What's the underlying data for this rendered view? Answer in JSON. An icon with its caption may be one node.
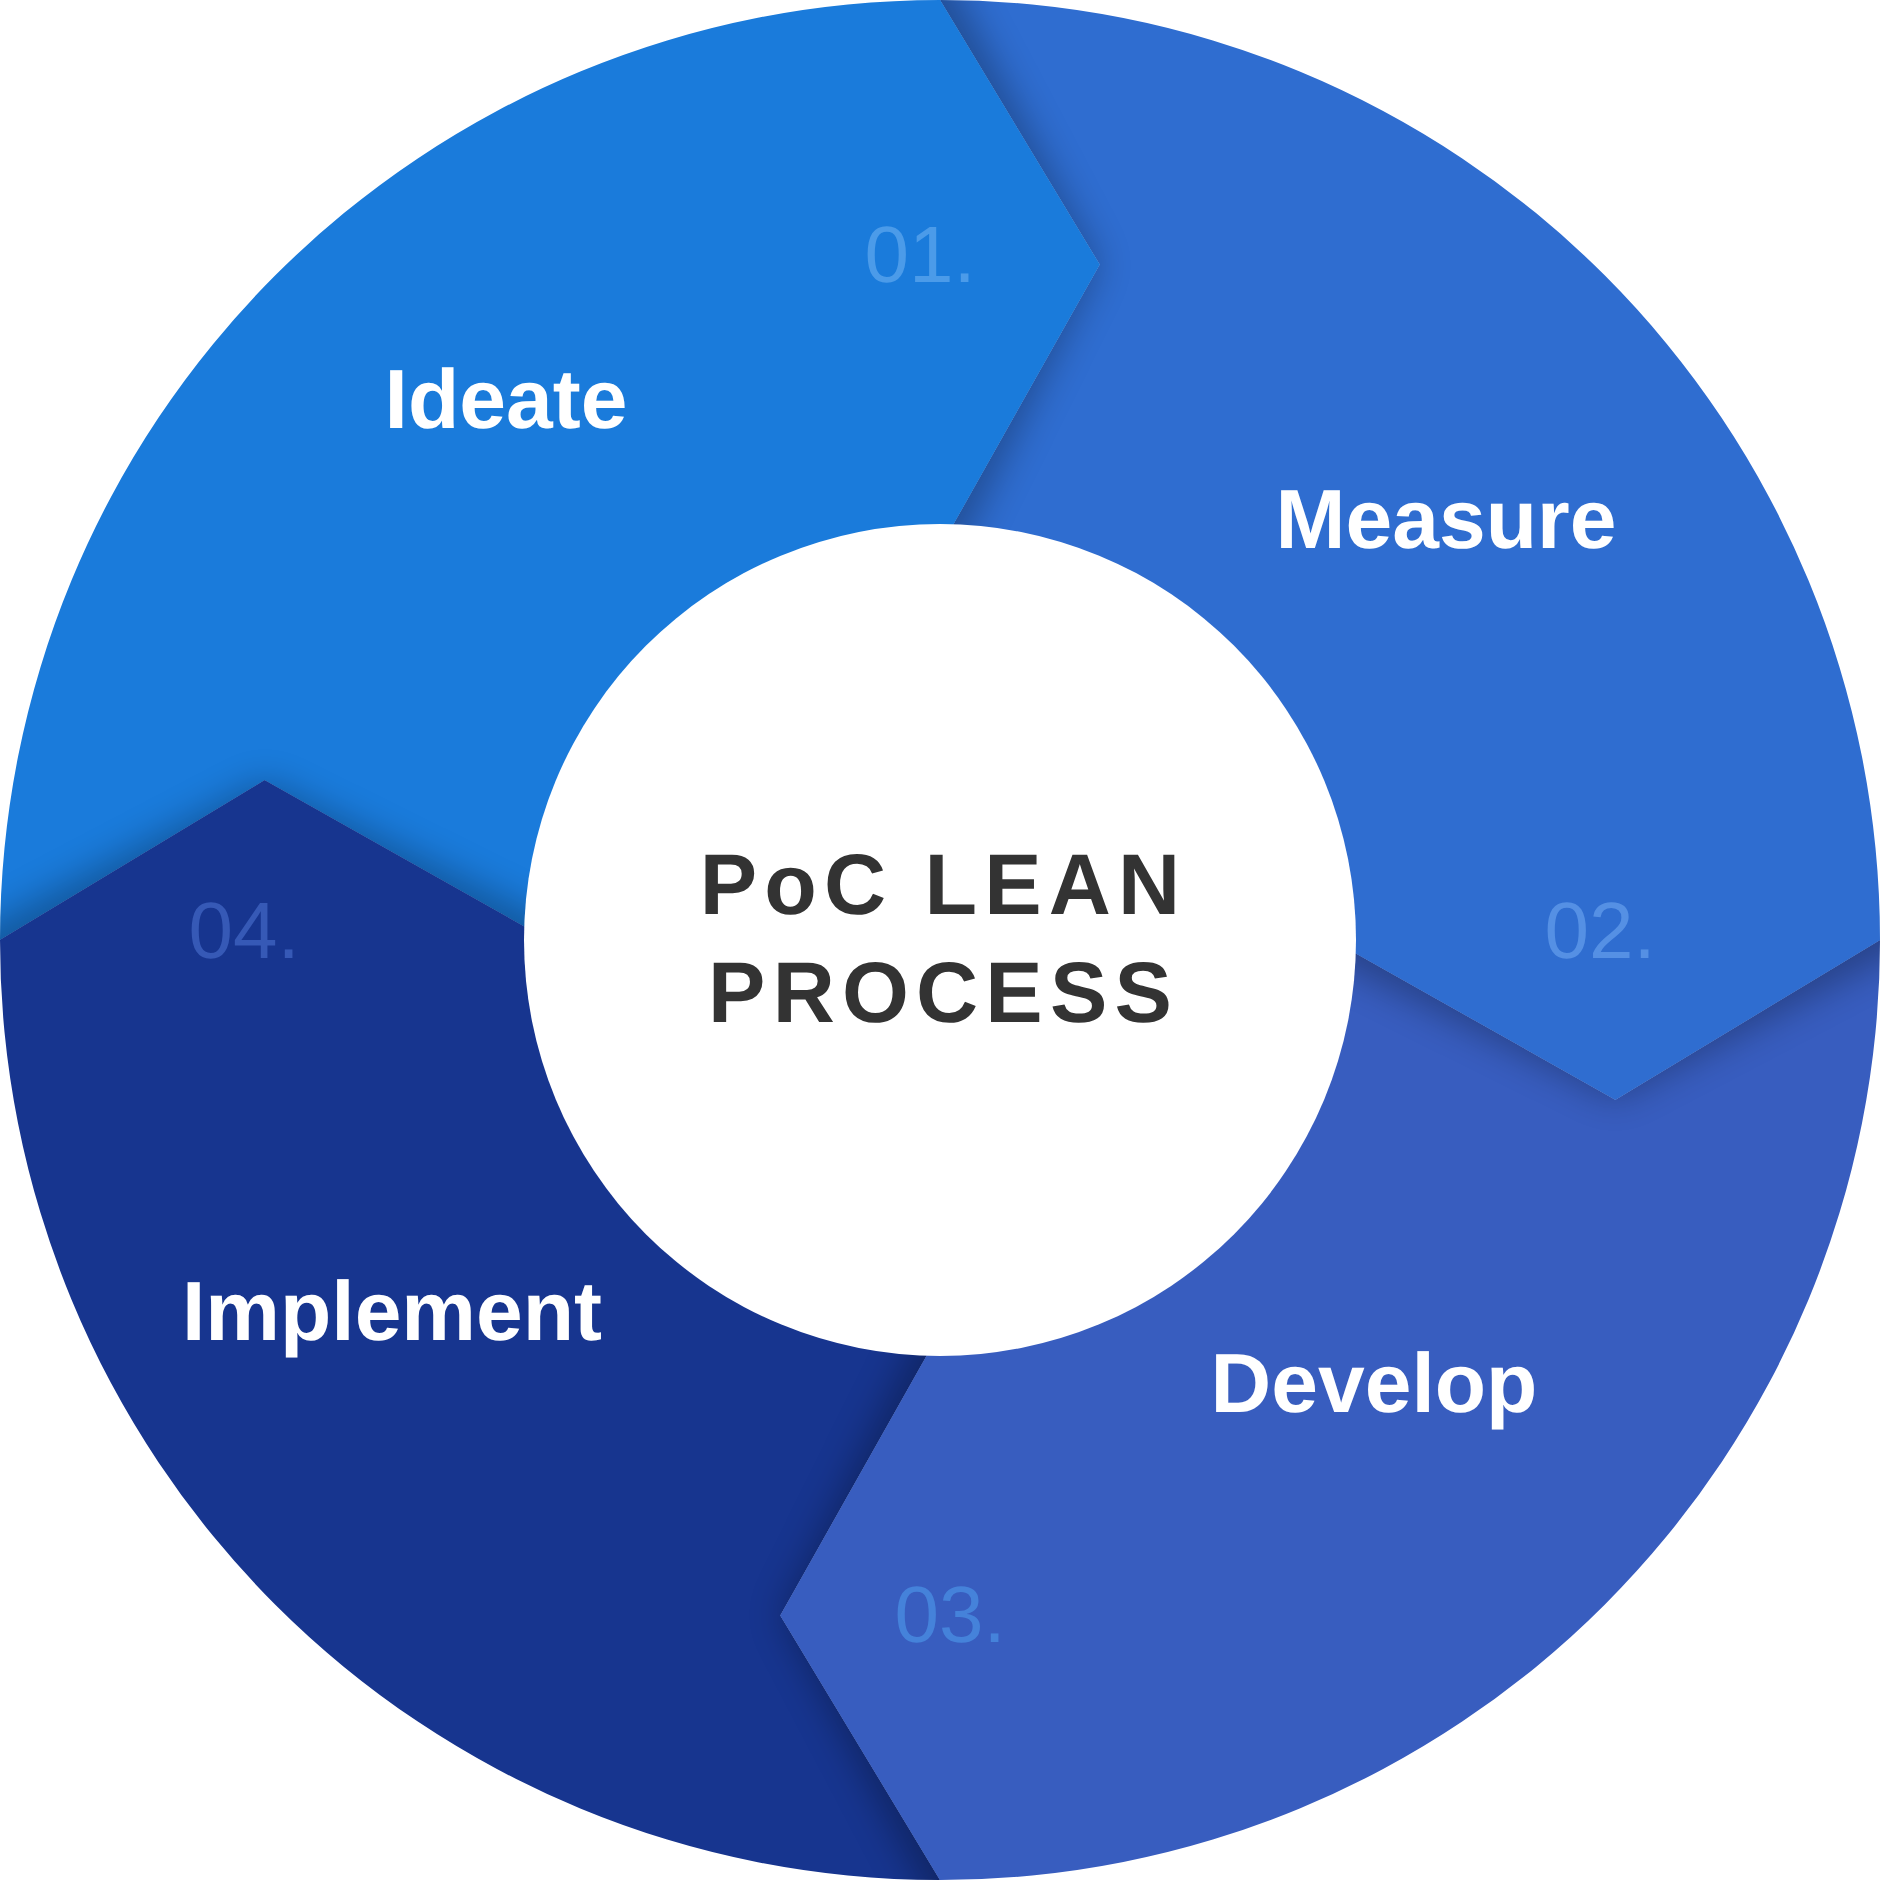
{
  "diagram": {
    "nodes": [
      {
        "text": [
          "01.",
          "Ideate"
        ]
      },
      {
        "text": [
          "Measure",
          "02."
        ]
      },
      {
        "text": [
          "Develop",
          "03."
        ]
      },
      {
        "text": [
          "04.",
          "Implement"
        ]
      },
      {
        "text": [
          "PoC LEAN PROCESS"
        ]
      }
    ]
  }
}
